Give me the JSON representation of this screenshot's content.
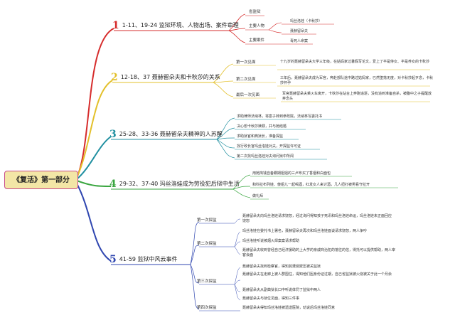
{
  "root": "《复活》第一部分",
  "colors": {
    "b1": "#d62c2c",
    "b2": "#e3c02b",
    "b3": "#1f8fa0",
    "b4": "#3aa640",
    "b5": "#2f46b0",
    "root_bg": "#f3e6a6",
    "root_border": "#c84a8a"
  },
  "branches": [
    {
      "num": "1",
      "label": "1-11、19-24 监狱环境、人物出场、案件审理",
      "children": [
        {
          "label": "省监狱",
          "items": []
        },
        {
          "label": "主要人物",
          "items": [
            "玛丝洛娃（卡秋莎）",
            "聂赫留朵夫"
          ]
        },
        {
          "label": "主要案件",
          "items": [
            "毒死人命案"
          ]
        }
      ]
    },
    {
      "num": "2",
      "label": "12-18、37 聂赫留朵夫和卡秋莎的关系",
      "children": [
        {
          "label": "第一次见面",
          "items": [
            "十九岁的聂赫留朵夫大学三年级，在姑妈家过暑假写论文，爱上了半是侍女、半是养女的卡秋莎"
          ]
        },
        {
          "label": "第二次见面",
          "items": [
            "三年后，聂赫留朵夫成为军官，奔赴部队途中路过姑妈家，已然堕落无度，对卡秋莎起歹念，卡秋莎怀孕"
          ]
        },
        {
          "label": "最后一次见面",
          "items": [
            "军官聂赫留朵夫乘火车离开，卡秋莎在站台上奔跑追逐，没有追到准备自杀，被腹中之子提醒放弃念头"
          ]
        }
      ]
    },
    {
      "num": "3",
      "label": "25-28、33-36 聂赫留朵夫精神的人苏醒",
      "items": [
        "求助律师法纳林，将案子转到参政院，法纳林写委托书",
        "决心想卡秋莎赎罪，并与她结婚",
        "求助狱官和典狱长，准备探监",
        "找行政长官玛丝洛娃对夫，开探监许可证",
        "第二次找玛丝洛娃对夫询问狱中所闻"
      ]
    },
    {
      "num": "4",
      "label": "29-32、37-40 玛丝洛娃成为劳役犯后狱中生活",
      "items": [
        "用她掏钱自备霸期姐姐的三卢布买了香烟和白面包",
        "和科拉布列娃、傻姐儿一起喝酒，红发女人来讨酒，几人扭打被男看守拉开",
        "做礼拜"
      ]
    },
    {
      "num": "5",
      "label": "41-59 监狱中风云事件",
      "children": [
        {
          "label": "第一次探监",
          "items": [
            "聂赫留朵夫向玛丝洛娃请求饶恕，经过询问得知孩子死讯和玛丝洛娃命运，玛丝洛娃未正面回应饶恕"
          ]
        },
        {
          "label": "第二次探监",
          "items": [
            "玛丝洛娃在委托书上署名，聂赫留朵夫再次和玛丝洛娃面谈请求饶恕，两人争吵",
            "玛丝洛娃听说被烟火焊案案请求帮助",
            "聂赫留朵夫收到曾经自己经济援助的上大学的亲戚商治犯的落往的信，得托可以提供帮助，两人宰客会面"
          ]
        },
        {
          "label": "第三次探监",
          "items": [
            "聂赫留朵夫找到检察官，得知其遭受欺压被关监狱",
            "聂赫留朵夫在走廊上被人群围住，得知他们因身份证过期，自己省监狱被火烧被关于此一个月余",
            "聂赫留朵夫从副典狱长口中听说体罚了监狱中两人",
            "聂赫留朵夫与狱位见面，得知三件事"
          ]
        },
        {
          "label": "第四次探监",
          "items": [
            "聂赫留朵夫得知玛丝洛娃被遗送医院，劝说后玛丝洛娃同意"
          ]
        }
      ]
    }
  ]
}
